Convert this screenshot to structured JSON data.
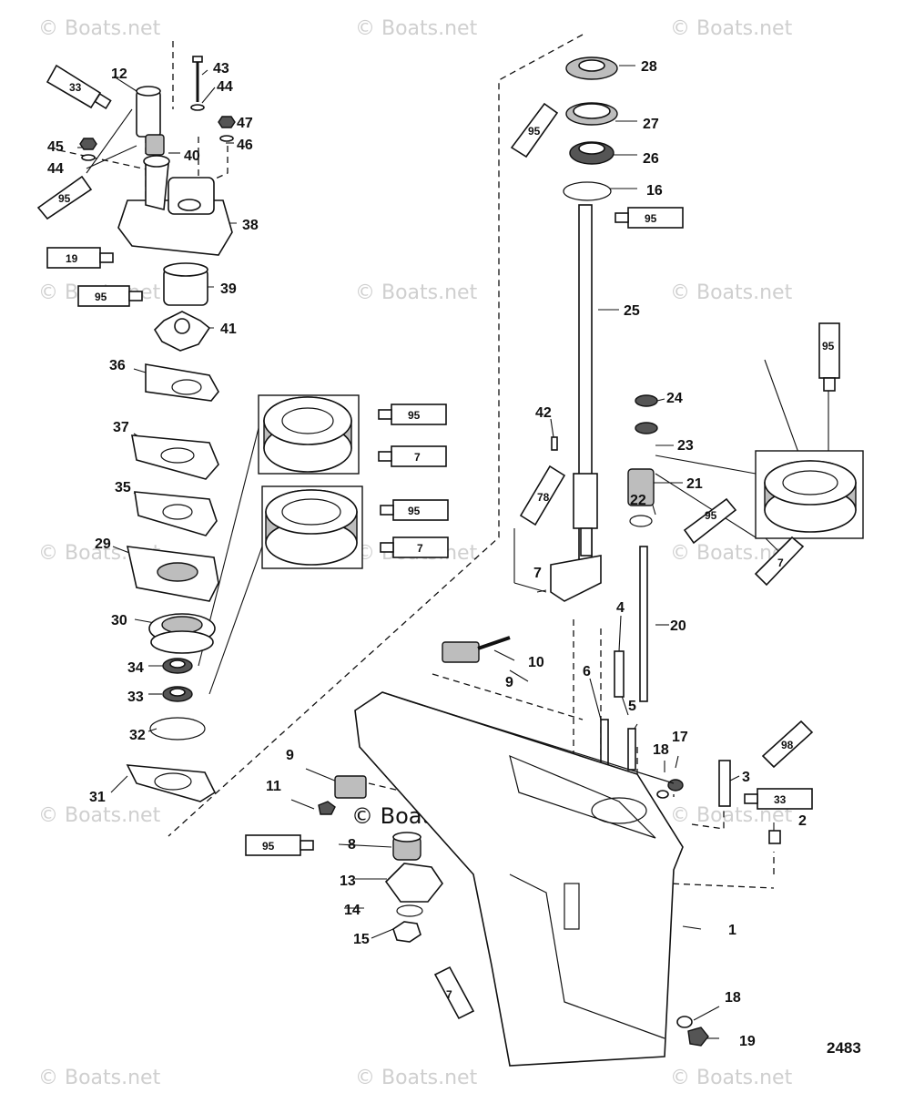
{
  "watermark": {
    "text": "© Boats.net",
    "center_text": "© Boats.net"
  },
  "drawing_number": "2483",
  "callouts": [
    "1",
    "2",
    "3",
    "4",
    "5",
    "6",
    "7",
    "8",
    "9",
    "9",
    "10",
    "11",
    "12",
    "13",
    "14",
    "15",
    "16",
    "17",
    "18",
    "18",
    "19",
    "20",
    "21",
    "22",
    "23",
    "24",
    "25",
    "26",
    "27",
    "28",
    "29",
    "30",
    "31",
    "32",
    "33",
    "34",
    "35",
    "36",
    "37",
    "38",
    "39",
    "40",
    "41",
    "42",
    "43",
    "44",
    "44",
    "45",
    "46",
    "47"
  ],
  "tube_labels": [
    "33",
    "95",
    "19",
    "95",
    "95",
    "95",
    "7",
    "95",
    "7",
    "95",
    "78",
    "95",
    "95",
    "7",
    "98",
    "33",
    "95",
    "7"
  ],
  "colors": {
    "ink": "#111111",
    "shade": "#bdbdbd",
    "watermark": "#cfcfcf"
  }
}
